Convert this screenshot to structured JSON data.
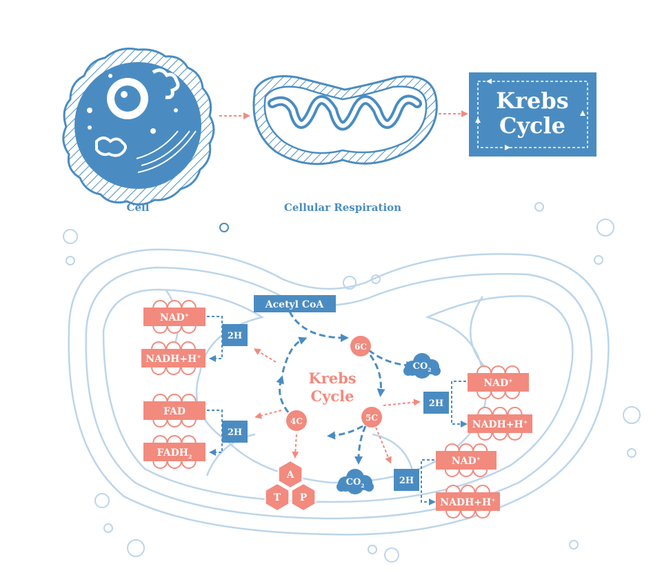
{
  "colors": {
    "blue": "#4a8cc2",
    "salmon": "#f28a7e",
    "light_blue": "#bcd5ea"
  },
  "top": {
    "cell_label": "Cell",
    "respiration_label": "Cellular Respiration",
    "krebs_box": {
      "line1": "Krebs",
      "line2": "Cycle"
    }
  },
  "cycle": {
    "title_line1": "Krebs",
    "title_line2": "Cycle",
    "acetyl_coa": "Acetyl CoA",
    "nodes": {
      "six": "6C",
      "five": "5C",
      "four": "4C"
    },
    "co2": {
      "base": "CO",
      "sub": "2"
    },
    "atp": {
      "a": "A",
      "t": "T",
      "p": "P"
    },
    "two_h": "2H"
  },
  "molecules": {
    "nad": {
      "base": "NAD",
      "sup": "+"
    },
    "nadh": {
      "base": "NADH+H",
      "sup": "+"
    },
    "fad": {
      "base": "FAD",
      "sup": ""
    },
    "fadh2": {
      "base": "FADH",
      "sub": "2"
    }
  }
}
